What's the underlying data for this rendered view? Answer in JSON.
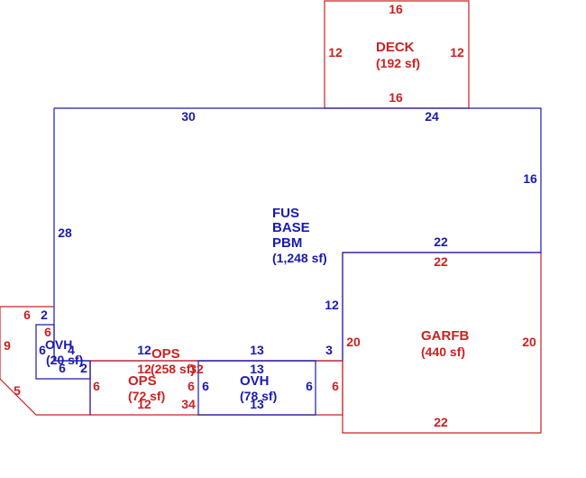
{
  "colors": {
    "main": "#1a1ab0",
    "accent": "#cc2020"
  },
  "areas": {
    "deck": {
      "name": "DECK",
      "area": "(192 sf)"
    },
    "fus": {
      "line1": "FUS",
      "line2": "BASE",
      "line3": "PBM",
      "area": "(1,248 sf)"
    },
    "garfb": {
      "name": "GARFB",
      "area": "(440 sf)"
    },
    "ovh_left": {
      "name": "OVH",
      "area": "(20 sf)"
    },
    "ops_upper": {
      "name": "OPS",
      "area": "(258 sf)"
    },
    "ops_lower": {
      "name": "OPS",
      "area": "(72 sf)"
    },
    "ovh_right": {
      "name": "OVH",
      "area": "(78 sf)"
    }
  },
  "dims": {
    "deck_top": "16",
    "deck_left": "12",
    "deck_right": "12",
    "deck_bottom": "16",
    "fus_top_left": "30",
    "fus_top_right": "24",
    "fus_right": "16",
    "fus_left": "28",
    "fus_step_22": "22",
    "fus_step_12": "12",
    "fus_step_3": "3",
    "gar_top": "22",
    "gar_left": "20",
    "gar_right": "20",
    "gar_bottom": "22",
    "ovh_2": "2",
    "ovh_6_left": "6",
    "ovh_4": "4",
    "ovh_6_bottom": "6",
    "ovh_2_bottom": "2",
    "ops_red_6_top": "6",
    "ops_red_6_inner": "6",
    "ops_red_9": "9",
    "ops_red_5": "5",
    "ops_upper_12": "12",
    "ops_upper_13": "13",
    "ops_upper_12b": "12",
    "ops_upper_32": "32",
    "ops_upper_13b": "13",
    "ops_lower_6_left": "6",
    "ops_lower_6_right": "6",
    "ops_lower_12": "12",
    "ops_lower_34": "34",
    "ovh_r_6_left": "6",
    "ovh_r_6_right": "6",
    "ovh_r_13": "13",
    "ops_6_right": "6"
  }
}
